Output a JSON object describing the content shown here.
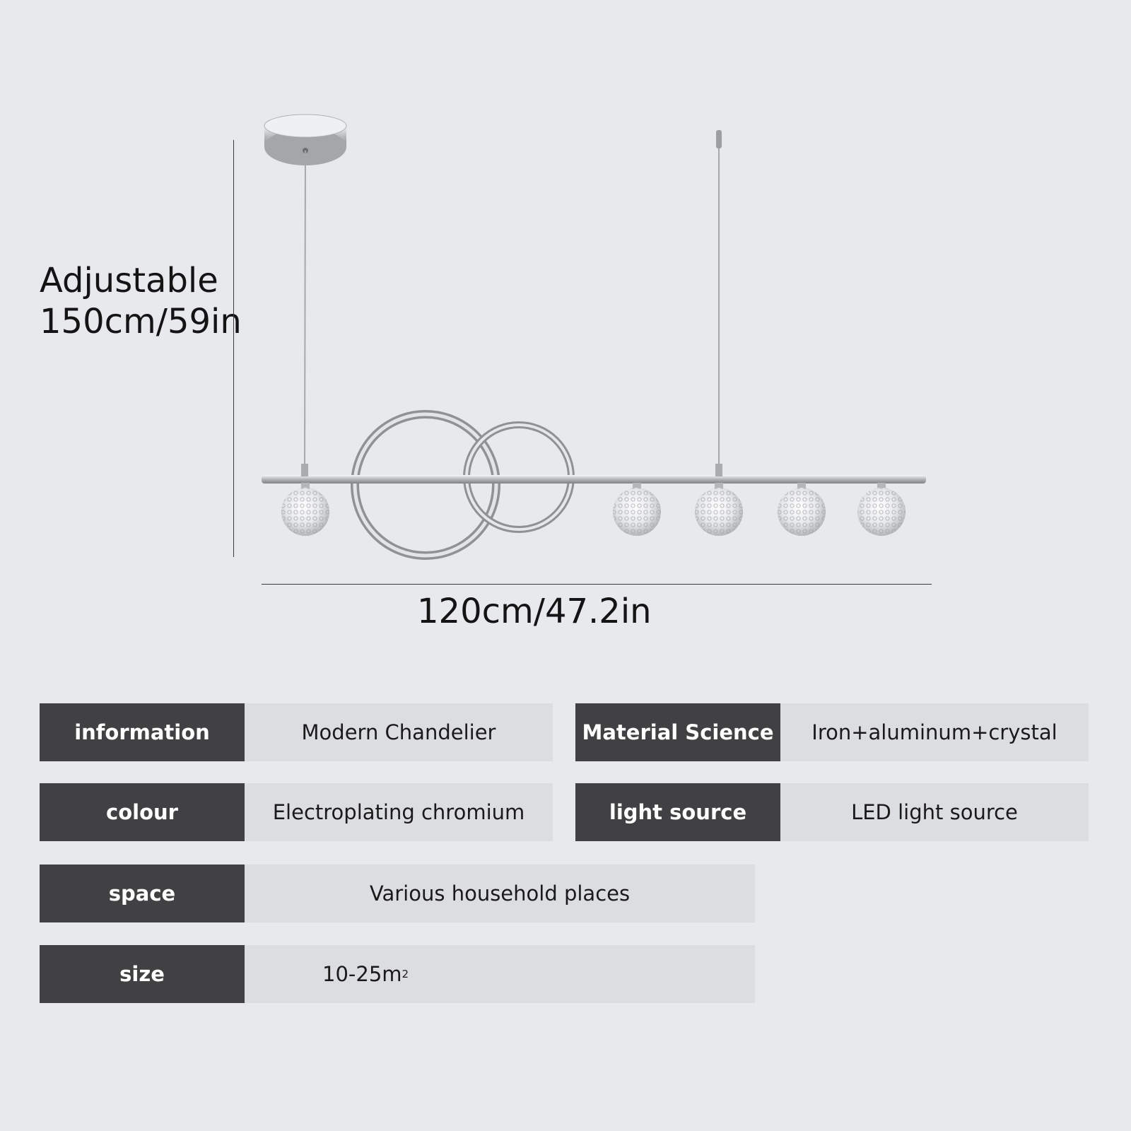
{
  "dimensions": {
    "height_line1": "Adjustable",
    "height_line2": "150cm/59in",
    "width": "120cm/47.2in"
  },
  "product_illustration": {
    "icon": "chrome-ring-chandelier-icon",
    "globe_count": 5,
    "ring_count": 2,
    "colors": {
      "chrome": "#c9cbcf",
      "crystal": "#f4f5f7",
      "background": "#e8e9ec"
    }
  },
  "specs": {
    "information": {
      "label": "information",
      "value": "Modern Chandelier"
    },
    "material": {
      "label": "Material Science",
      "value": "Iron+aluminum+crystal"
    },
    "colour": {
      "label": "colour",
      "value": "Electroplating chromium"
    },
    "light_source": {
      "label": "light source",
      "value": "LED light source"
    },
    "space": {
      "label": "space",
      "value": "Various household places"
    },
    "size": {
      "label": "size",
      "value": "10-25m",
      "superscript": "2"
    }
  },
  "colors": {
    "label_bg": "#414143",
    "value_bg": "#dcdde0",
    "page_bg": "#e8e9ec"
  }
}
